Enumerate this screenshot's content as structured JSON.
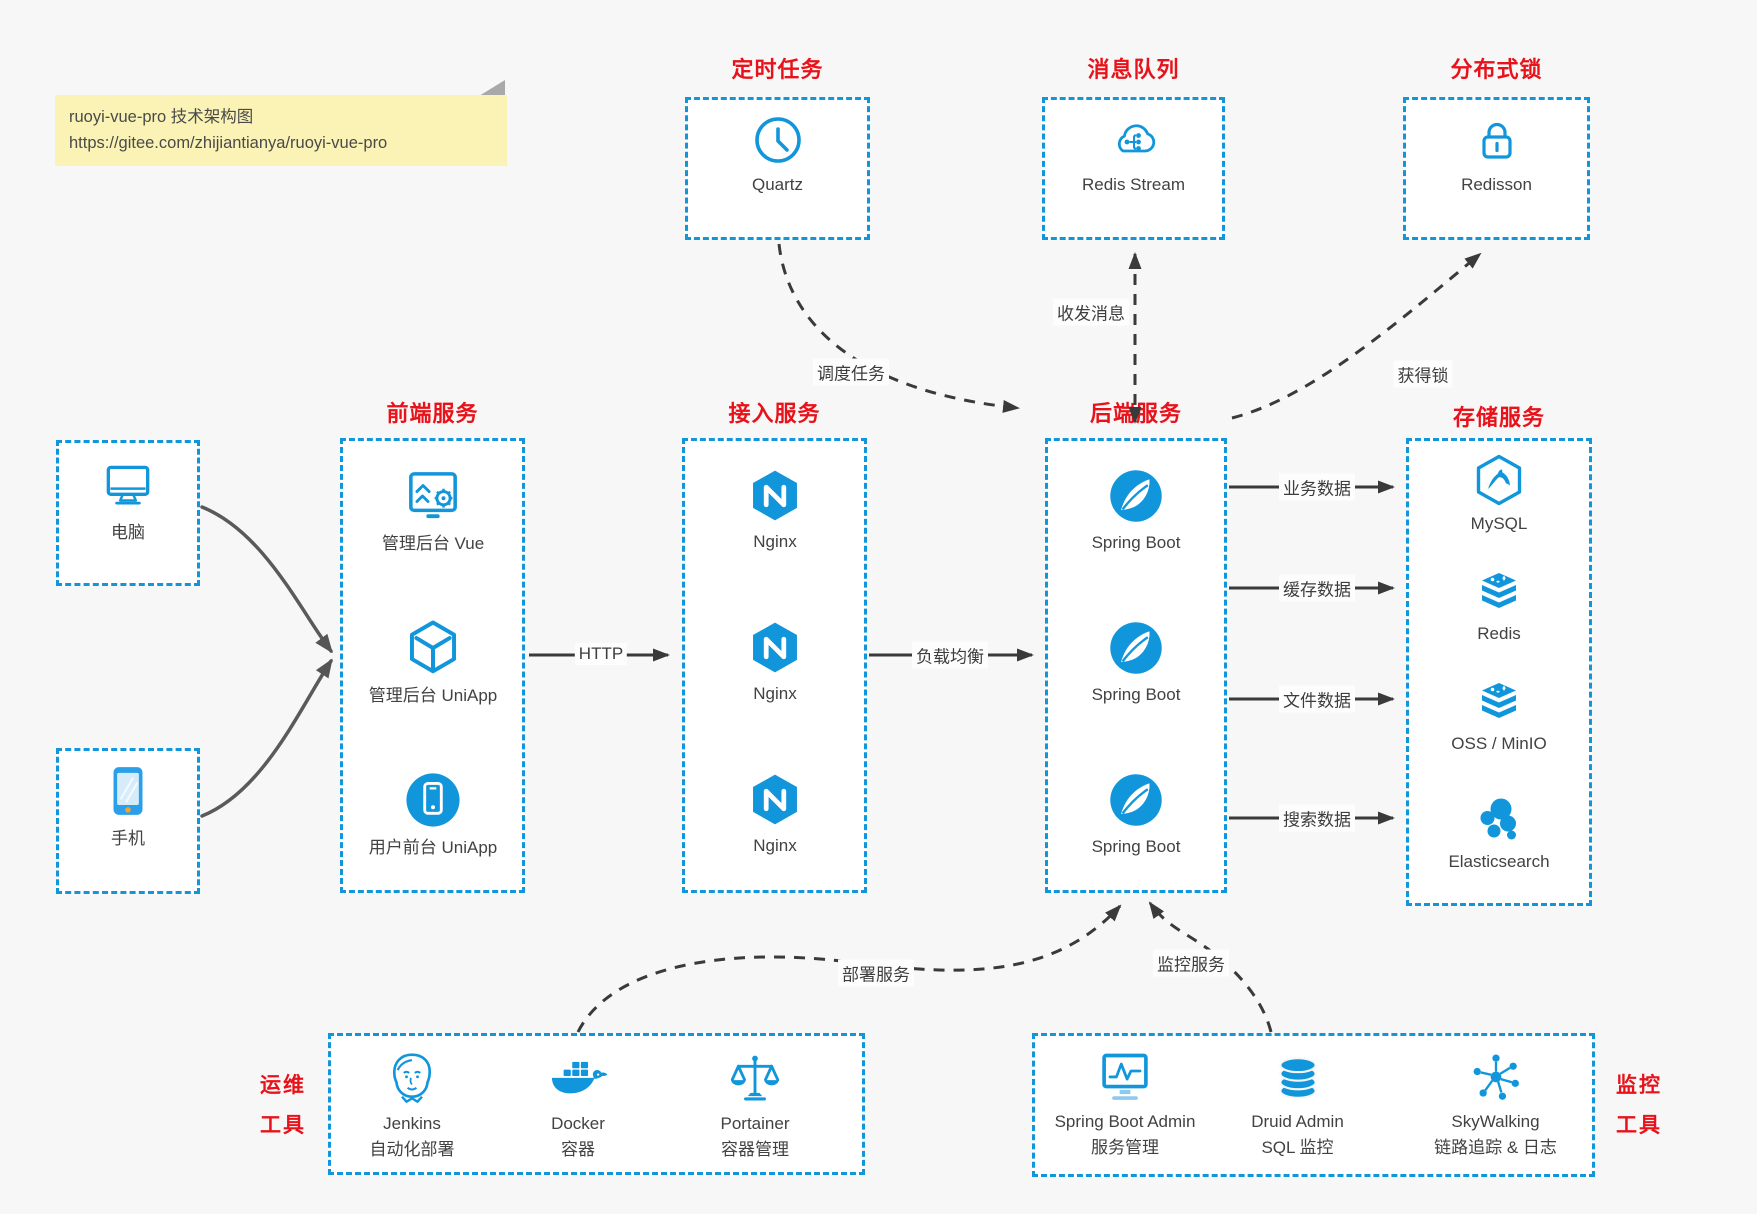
{
  "note": {
    "line1": "ruoyi-vue-pro 技术架构图",
    "line2": "https://gitee.com/zhijiantianya/ruoyi-vue-pro"
  },
  "top_sections": [
    {
      "title": "定时任务",
      "label": "Quartz",
      "icon": "clock-icon"
    },
    {
      "title": "消息队列",
      "label": "Redis Stream",
      "icon": "message-cloud-icon"
    },
    {
      "title": "分布式锁",
      "label": "Redisson",
      "icon": "lock-icon"
    }
  ],
  "clients": [
    {
      "label": "电脑",
      "icon": "desktop-icon"
    },
    {
      "label": "手机",
      "icon": "smartphone-icon"
    }
  ],
  "columns": [
    {
      "title": "前端服务",
      "items": [
        {
          "label": "管理后台 Vue",
          "icon": "admin-vue-icon"
        },
        {
          "label": "管理后台 UniApp",
          "icon": "uniapp-cube-icon"
        },
        {
          "label": "用户前台 UniApp",
          "icon": "user-app-icon"
        }
      ]
    },
    {
      "title": "接入服务",
      "items": [
        {
          "label": "Nginx",
          "icon": "nginx-icon"
        },
        {
          "label": "Nginx",
          "icon": "nginx-icon"
        },
        {
          "label": "Nginx",
          "icon": "nginx-icon"
        }
      ]
    },
    {
      "title": "后端服务",
      "items": [
        {
          "label": "Spring Boot",
          "icon": "spring-boot-icon"
        },
        {
          "label": "Spring Boot",
          "icon": "spring-boot-icon"
        },
        {
          "label": "Spring Boot",
          "icon": "spring-boot-icon"
        }
      ]
    },
    {
      "title": "存储服务",
      "items": [
        {
          "label": "MySQL",
          "icon": "mysql-icon"
        },
        {
          "label": "Redis",
          "icon": "redis-stack-icon"
        },
        {
          "label": "OSS / MinIO",
          "icon": "oss-stack-icon"
        },
        {
          "label": "Elasticsearch",
          "icon": "elasticsearch-icon"
        }
      ]
    }
  ],
  "edges": {
    "http": "HTTP",
    "load_balance": "负载均衡",
    "schedule": "调度任务",
    "message": "收发消息",
    "lock": "获得锁",
    "biz": "业务数据",
    "cache": "缓存数据",
    "file": "文件数据",
    "search": "搜索数据",
    "deploy": "部署服务",
    "monitor": "监控服务"
  },
  "bottom_sections": [
    {
      "side": [
        "运维",
        "工具"
      ],
      "items": [
        {
          "label": "Jenkins",
          "sub": "自动化部署",
          "icon": "jenkins-icon"
        },
        {
          "label": "Docker",
          "sub": "容器",
          "icon": "docker-icon"
        },
        {
          "label": "Portainer",
          "sub": "容器管理",
          "icon": "portainer-icon"
        }
      ]
    },
    {
      "side": [
        "监控",
        "工具"
      ],
      "items": [
        {
          "label": "Spring Boot Admin",
          "sub": "服务管理",
          "icon": "spring-boot-admin-icon"
        },
        {
          "label": "Druid Admin",
          "sub": "SQL 监控",
          "icon": "druid-icon"
        },
        {
          "label": "SkyWalking",
          "sub": "链路追踪 & 日志",
          "icon": "skywalking-icon"
        }
      ]
    }
  ],
  "colors": {
    "accent": "#1296db",
    "heading": "#e8131a",
    "arrow": "#3a3a3a",
    "note_bg": "#faf3b5"
  }
}
